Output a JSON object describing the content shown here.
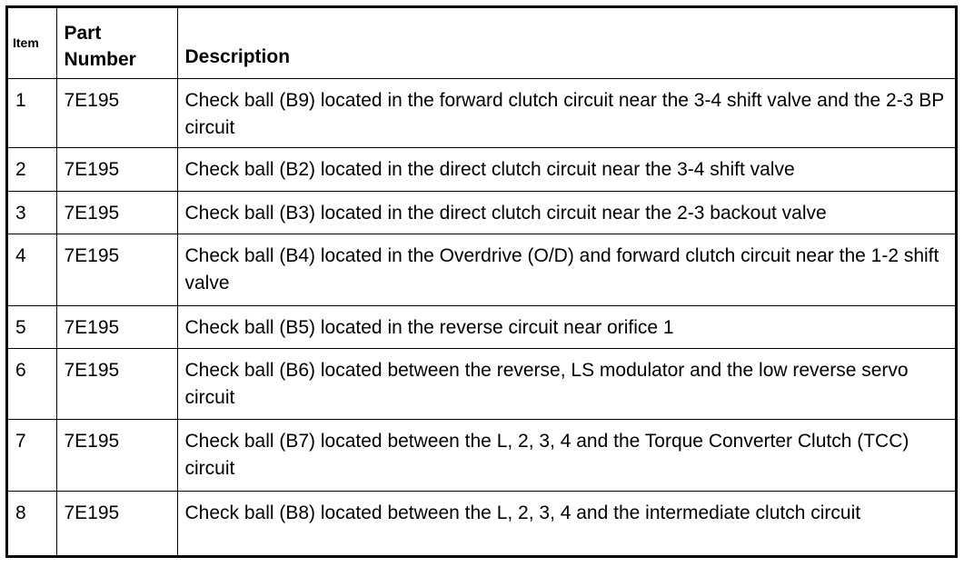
{
  "table": {
    "headers": {
      "item": "Item",
      "part_number": "Part Number",
      "description": "Description"
    },
    "rows": [
      {
        "item": "1",
        "part_number": "7E195",
        "description": "Check ball (B9) located in the forward clutch circuit near the 3-4 shift valve and the 2-3 BP circuit"
      },
      {
        "item": "2",
        "part_number": "7E195",
        "description": "Check ball (B2) located in the direct clutch circuit near the 3-4 shift valve"
      },
      {
        "item": "3",
        "part_number": "7E195",
        "description": "Check ball (B3) located in the direct clutch circuit near the 2-3 backout valve"
      },
      {
        "item": "4",
        "part_number": "7E195",
        "description": "Check ball (B4) located in the Overdrive (O/D) and forward clutch circuit near the 1-2 shift valve"
      },
      {
        "item": "5",
        "part_number": "7E195",
        "description": "Check ball (B5) located in the reverse circuit near orifice 1"
      },
      {
        "item": "6",
        "part_number": "7E195",
        "description": "Check ball (B6) located between the reverse, LS modulator and the low reverse servo circuit"
      },
      {
        "item": "7",
        "part_number": "7E195",
        "description": "Check ball (B7) located between the L, 2, 3, 4 and the Torque Converter Clutch (TCC) circuit"
      },
      {
        "item": "8",
        "part_number": "7E195",
        "description": "Check ball (B8) located between the L, 2, 3, 4 and the intermediate clutch circuit"
      }
    ]
  }
}
